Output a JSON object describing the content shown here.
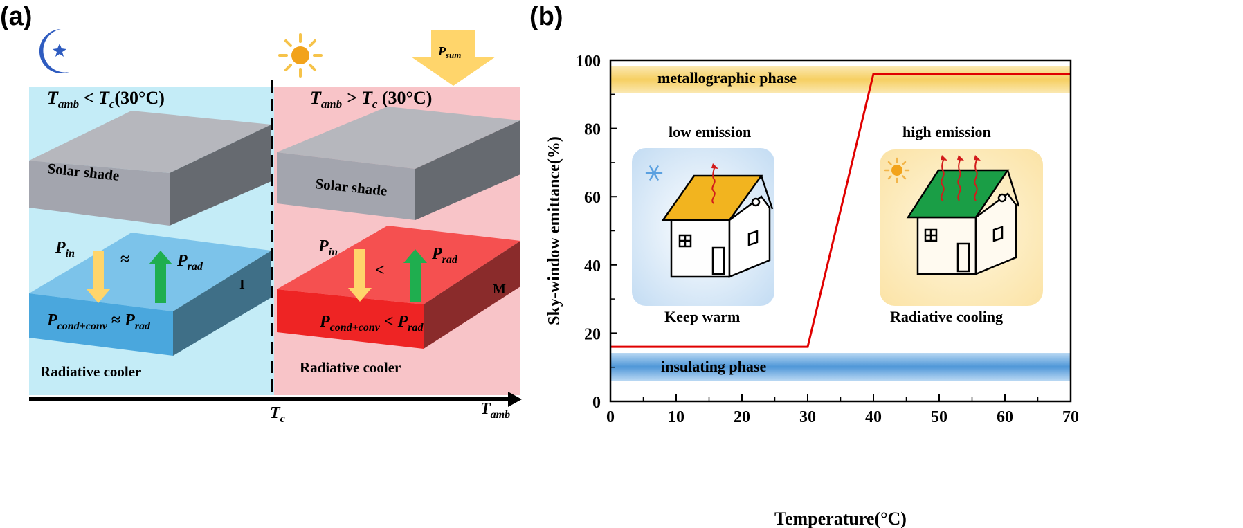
{
  "panel_a": {
    "letter": "(a)",
    "left_condition": {
      "T": "T",
      "T_sub": "amb",
      "op": " < ",
      "Tc": "T",
      "Tc_sub": "c",
      "tail": "(30°C)"
    },
    "right_condition": {
      "T": "T",
      "T_sub": "amb",
      "op": " > ",
      "Tc": "T",
      "Tc_sub": "c",
      "tail": " (30°C)"
    },
    "solar_shade_label": "Solar shade",
    "radiative_cooler_label": "Radiative cooler",
    "left_state": "I",
    "right_state": "M",
    "p_in": {
      "P": "P",
      "sub": "in"
    },
    "p_rad": {
      "P": "P",
      "sub": "rad"
    },
    "p_sum": {
      "P": "P",
      "sub": "sum"
    },
    "p_cond": {
      "P": "P",
      "sub": "cond+conv"
    },
    "left_relation": "≈",
    "right_relation": "<",
    "axis_tc": {
      "T": "T",
      "sub": "c"
    },
    "axis_tamb": {
      "T": "T",
      "sub": "amb"
    },
    "colors": {
      "cold_bg": "#c4ecf7",
      "hot_bg": "#f8c4c8",
      "cold_cooler": "#5cb0e0",
      "hot_cooler": "#f23c3c",
      "arrow_in": "#ffd56b",
      "arrow_out": "#1fae4f",
      "shade": "#a4a6b0"
    }
  },
  "panel_b": {
    "letter": "(b)",
    "band_top_label": "metallographic phase",
    "band_bottom_label": "insulating phase",
    "left_card": {
      "top": "low emission",
      "bottom": "Keep warm",
      "icon": "snowflake-icon"
    },
    "right_card": {
      "top": "high emission",
      "bottom": "Radiative cooling",
      "icon": "sun-icon"
    },
    "colors": {
      "line": "#e00000",
      "band_top": "#f7d36a",
      "band_bottom": "#5ea2dd",
      "card_cold": "#cfe3f6",
      "card_hot": "#fbe7b3",
      "roof_cold": "#f2b41f",
      "roof_hot": "#1a9e46"
    }
  },
  "chart_data": {
    "type": "line",
    "title": "",
    "xlabel": "Temperature(°C)",
    "ylabel": "Sky-window emittance(%)",
    "xlim": [
      0,
      70
    ],
    "ylim": [
      0,
      100
    ],
    "xticks": [
      0,
      10,
      20,
      30,
      40,
      50,
      60,
      70
    ],
    "yticks": [
      0,
      20,
      40,
      60,
      80,
      100
    ],
    "series": [
      {
        "x": [
          0,
          30,
          40,
          70
        ],
        "y": [
          16,
          16,
          96,
          96
        ]
      }
    ],
    "grid": false
  }
}
